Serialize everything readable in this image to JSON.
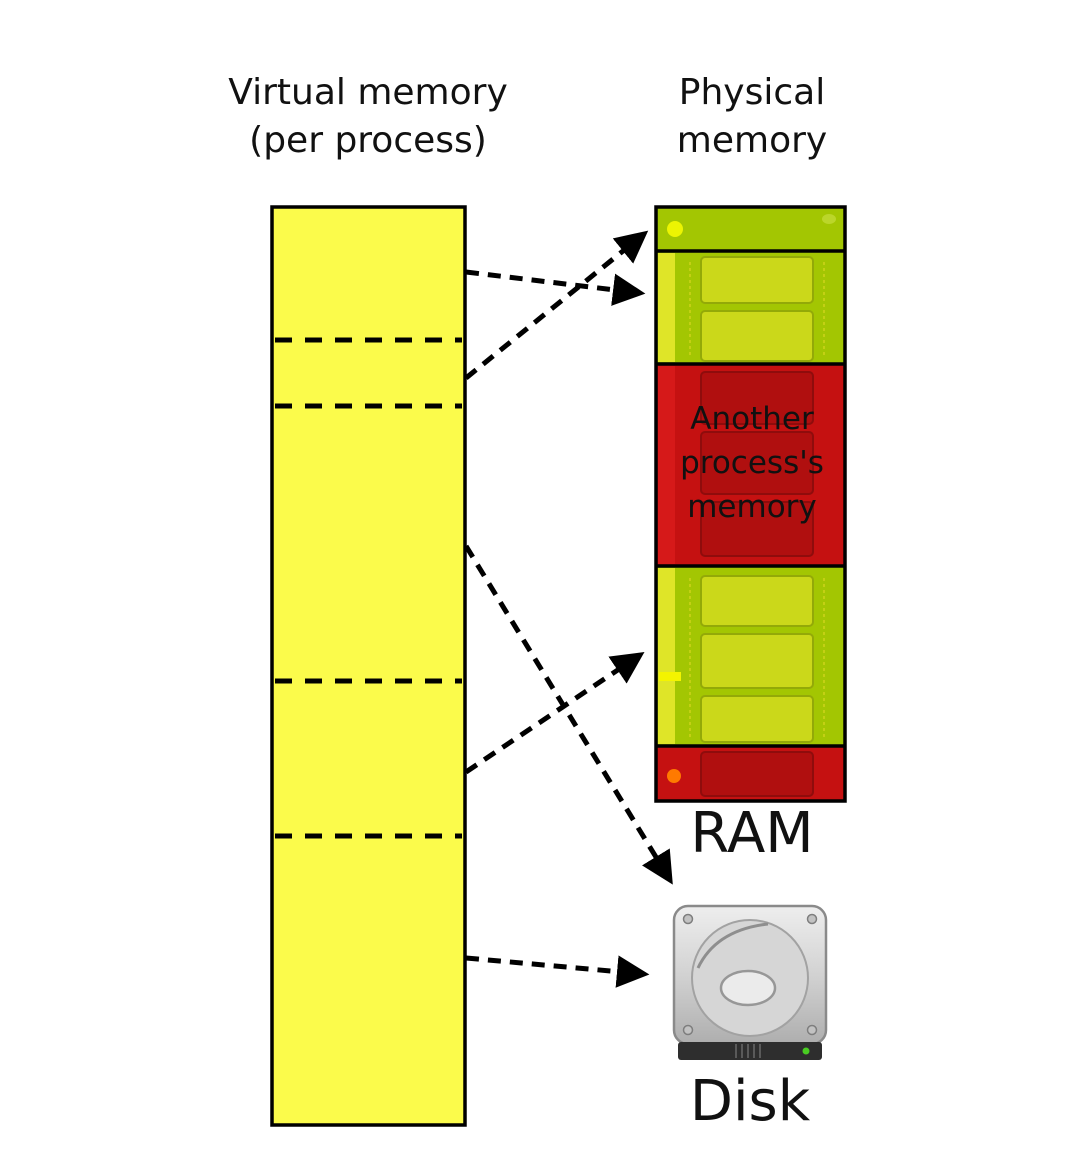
{
  "titles": {
    "virtual_line1": "Virtual memory",
    "virtual_line2": "(per process)",
    "physical_line1": "Physical",
    "physical_line2": "memory"
  },
  "labels": {
    "another_line1": "Another",
    "another_line2": "process's",
    "another_line3": "memory",
    "ram": "RAM",
    "disk": "Disk"
  },
  "colors": {
    "virtual_fill": "#FBFB4B",
    "ram_green": "#A3C602",
    "ram_chip_green": "#CBD81A",
    "ram_red": "#C51111",
    "ram_chip_red": "#B00F0F",
    "outline": "#000000",
    "left_bar_yellow": "#E6E82C",
    "disk_body_light": "#E9E9E9",
    "disk_body_dark": "#B5B5B5"
  },
  "diagram": {
    "virtual_memory_segments": 5,
    "ram_segments": [
      {
        "type": "green-strip"
      },
      {
        "type": "green-chips"
      },
      {
        "type": "red-other-process"
      },
      {
        "type": "green-chips"
      },
      {
        "type": "red-strip"
      }
    ],
    "arrows": [
      {
        "from": "virtual-segment-1",
        "to": "ram-green-chips-upper"
      },
      {
        "from": "virtual-segment-2",
        "to": "ram-green-strip-top"
      },
      {
        "from": "virtual-segment-3",
        "to": "disk"
      },
      {
        "from": "virtual-segment-4",
        "to": "ram-green-chips-lower"
      },
      {
        "from": "virtual-segment-5",
        "to": "disk"
      }
    ]
  }
}
